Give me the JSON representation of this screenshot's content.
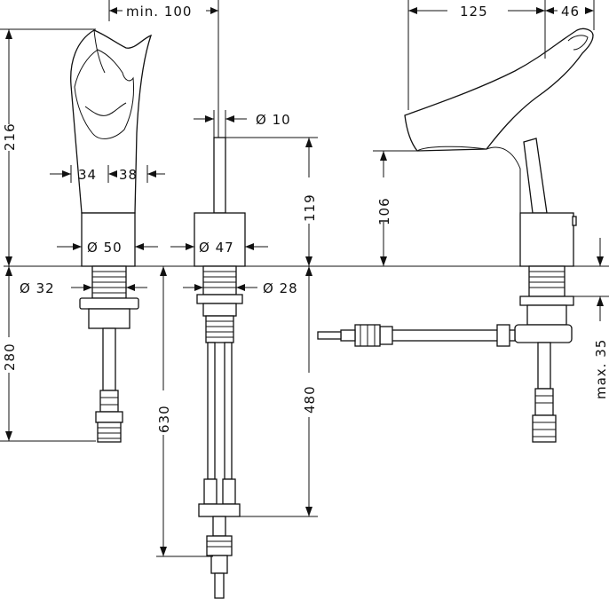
{
  "drawing": {
    "front_view": {
      "min_100": "min. 100",
      "height_216": "216",
      "width_34": "34",
      "width_38": "38",
      "diameter_50": "Ø 50",
      "diameter_32": "Ø 32",
      "depth_280": "280"
    },
    "side_view": {
      "diameter_10": "Ø 10",
      "height_119": "119",
      "diameter_47": "Ø 47",
      "diameter_28": "Ø 28",
      "length_630": "630",
      "length_480": "480"
    },
    "profile_view": {
      "reach_125": "125",
      "reach_46": "46",
      "height_106": "106",
      "max_35": "max. 35"
    }
  }
}
